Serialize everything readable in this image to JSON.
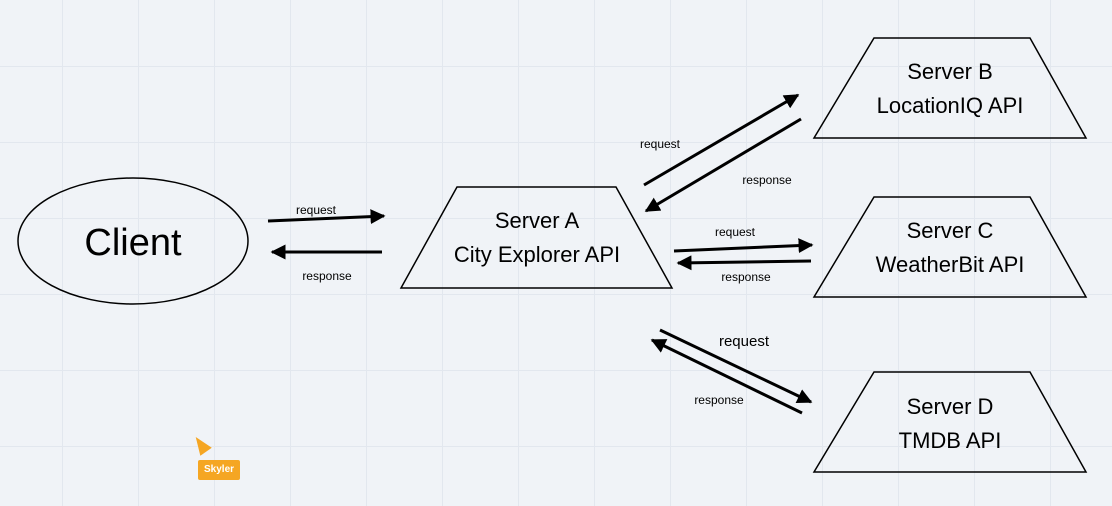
{
  "nodes": {
    "client": {
      "label": "Client"
    },
    "server_a": {
      "line1": "Server A",
      "line2": "City Explorer API"
    },
    "server_b": {
      "line1": "Server B",
      "line2": "LocationIQ API"
    },
    "server_c": {
      "line1": "Server C",
      "line2": "WeatherBit API"
    },
    "server_d": {
      "line1": "Server D",
      "line2": "TMDB API"
    }
  },
  "edges": {
    "client_a": {
      "request": "request",
      "response": "response"
    },
    "a_b": {
      "request": "request",
      "response": "response"
    },
    "a_c": {
      "request": "request",
      "response": "response"
    },
    "a_d": {
      "request": "request",
      "response": "response"
    }
  },
  "collaborator": {
    "name": "Skyler",
    "color": "#f5a623"
  }
}
